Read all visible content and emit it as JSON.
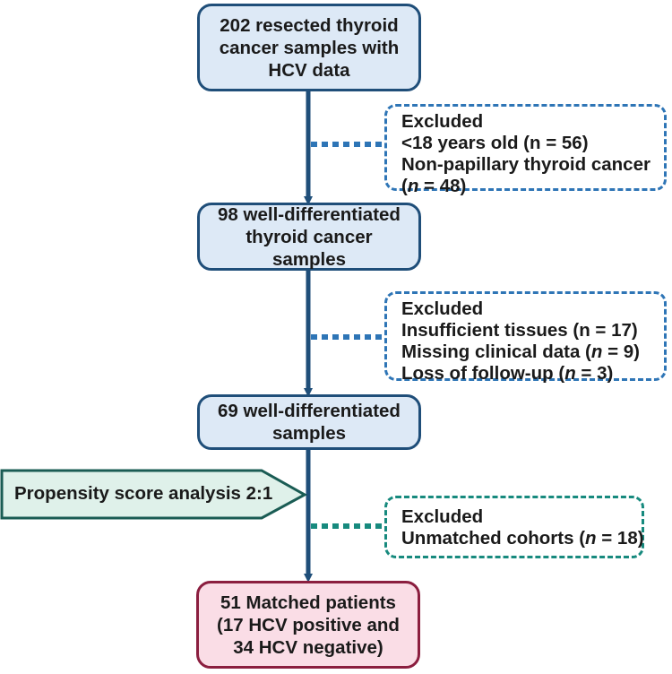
{
  "boxes": {
    "start": {
      "lines": [
        "202 resected thyroid",
        "cancer samples with",
        "HCV data"
      ]
    },
    "second": {
      "lines": [
        "98 well-differentiated",
        "thyroid cancer",
        "samples"
      ]
    },
    "third": {
      "lines": [
        "69 well-differentiated",
        "samples"
      ]
    },
    "final": {
      "lines": [
        "51 Matched patients",
        "(17 HCV positive and",
        "34 HCV negative)"
      ]
    }
  },
  "exclusions": {
    "first": {
      "title": "Excluded",
      "line1": "<18 years old (n = 56)",
      "line2": "Non-papillary thyroid cancer",
      "line3_prefix": "(",
      "n_symbol": "n",
      "line3_suffix": " = 48)"
    },
    "second": {
      "title": "Excluded",
      "line1": "Insufficient tissues (n = 17)",
      "line2_prefix": "Missing clinical data (",
      "n_symbol": "n",
      "line2_suffix": " = 9)",
      "line3_prefix": "Loss of follow-up (",
      "line3_n": "n",
      "line3_suffix": " = 3)"
    },
    "third": {
      "title": "Excluded",
      "line1_prefix": "Unmatched cohorts (",
      "n_symbol": "n",
      "line1_suffix": " = 18)"
    }
  },
  "banner": {
    "label": "Propensity score analysis 2:1"
  },
  "colors": {
    "box_fill": "#dde9f6",
    "box_border": "#1f4e79",
    "final_fill": "#fadde6",
    "final_border": "#8b1e3f",
    "dashed_blue": "#2e75b6",
    "dashed_teal": "#178a7e",
    "banner_fill": "#dff1ea",
    "banner_border": "#1a5c54"
  }
}
